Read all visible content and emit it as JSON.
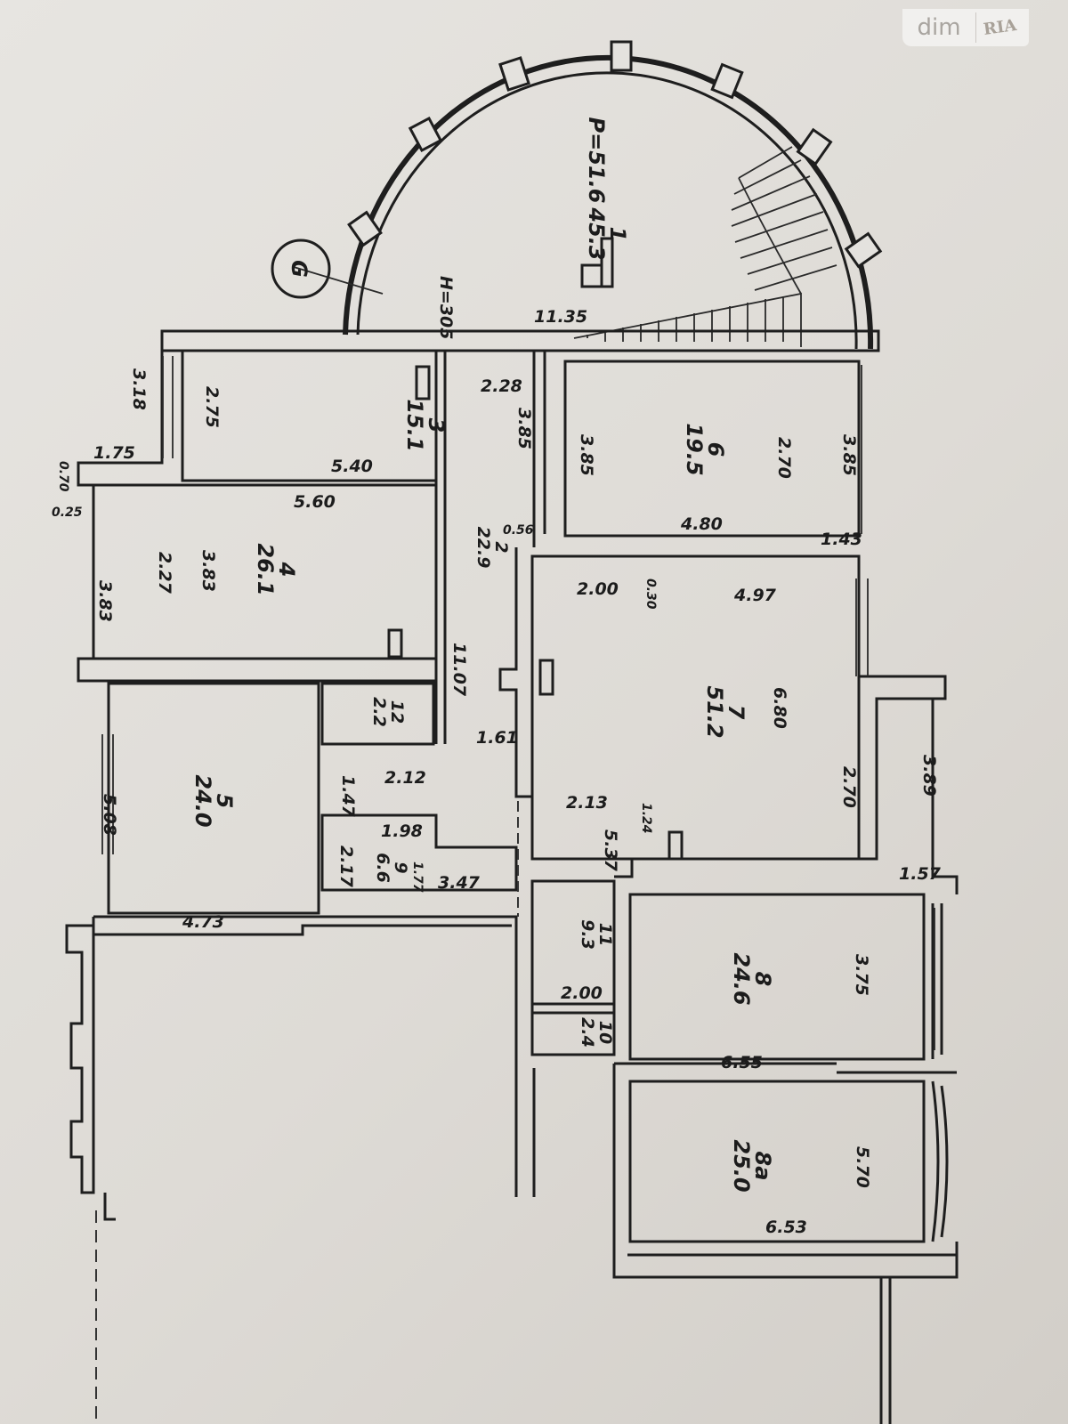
{
  "watermark": {
    "brand_left": "dim",
    "brand_right": "RIA"
  },
  "plan": {
    "marker": "G",
    "height_note": "H=305",
    "rooms": [
      {
        "num": "1",
        "area": "45.3",
        "extra": "P=51.6"
      },
      {
        "num": "3",
        "area": "15.1"
      },
      {
        "num": "4",
        "area": "26.1"
      },
      {
        "num": "5",
        "area": "24.0"
      },
      {
        "num": "6",
        "area": "19.5"
      },
      {
        "num": "7",
        "area": "51.2"
      },
      {
        "num": "8",
        "area": "24.6"
      },
      {
        "num": "8a",
        "area": "25.0"
      },
      {
        "num": "9",
        "area": "6.6"
      },
      {
        "num": "10",
        "area": "2.4"
      },
      {
        "num": "11",
        "area": "9.3"
      },
      {
        "num": "12",
        "area": "2.2"
      },
      {
        "num": "2",
        "area": "22.9"
      }
    ],
    "dims": {
      "d1135": "11.35",
      "d318": "3.18",
      "d275": "2.75",
      "d540": "5.40",
      "d228": "2.28",
      "d385a": "3.85",
      "d385b": "3.85",
      "d270a": "2.70",
      "d385c": "3.85",
      "d175": "1.75",
      "d070": "0.70",
      "d025": "0.25",
      "d560": "5.60",
      "d227": "2.27",
      "d383a": "3.83",
      "d383b": "3.83",
      "d056": "0.56",
      "d480": "4.80",
      "d143": "1.43",
      "d200a": "2.00",
      "d030": "0.30",
      "d497": "4.97",
      "d1107": "11.07",
      "d680": "6.80",
      "d389": "3.89",
      "d270b": "2.70",
      "d161": "1.61",
      "d212": "2.12",
      "d147": "1.47",
      "d213": "2.13",
      "d124": "1.24",
      "d198": "1.98",
      "d177": "1.77",
      "d217": "2.17",
      "d347": "3.47",
      "d537": "5.37",
      "d157": "1.57",
      "d508": "5.08",
      "d473": "4.73",
      "d375": "3.75",
      "d200b": "2.00",
      "d655": "6.55",
      "d570": "5.70",
      "d653": "6.53"
    }
  }
}
